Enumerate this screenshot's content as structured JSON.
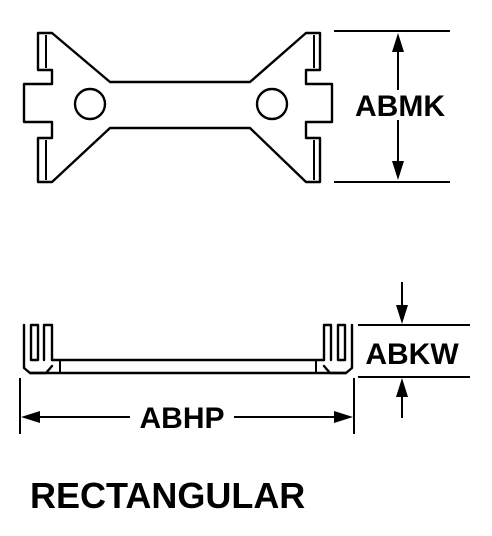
{
  "dimensions": {
    "height_label": "ABMK",
    "thickness_label": "ABKW",
    "length_label": "ABHP"
  },
  "caption": "RECTANGULAR",
  "colors": {
    "line": "#000000",
    "background": "#ffffff"
  }
}
